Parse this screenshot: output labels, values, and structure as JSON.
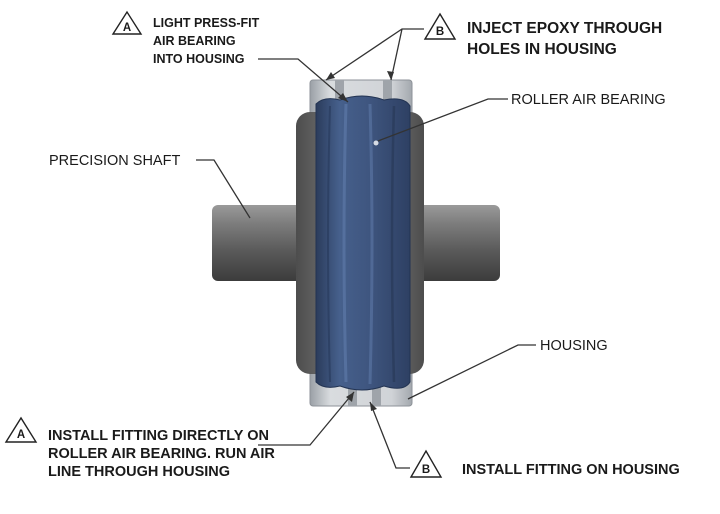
{
  "diagram": {
    "steps": [
      {
        "marker": "A",
        "lines": [
          "LIGHT PRESS-FIT",
          "AIR BEARING",
          "INTO HOUSING"
        ]
      },
      {
        "marker": "B",
        "lines": [
          "INJECT EPOXY THROUGH",
          "HOLES IN HOUSING"
        ]
      },
      {
        "marker": "A",
        "lines": [
          "INSTALL FITTING DIRECTLY ON",
          "ROLLER AIR BEARING. RUN AIR",
          "LINE THROUGH HOUSING"
        ]
      },
      {
        "marker": "B",
        "lines": [
          "INSTALL FITTING ON HOUSING"
        ]
      }
    ],
    "parts": {
      "roller_air_bearing": "ROLLER AIR BEARING",
      "precision_shaft": "PRECISION SHAFT",
      "housing": "HOUSING"
    },
    "colors": {
      "bearing_blue": "#3f5680",
      "shaft_gray": "#6e6e6e",
      "housing_silver": "#c9ccd0"
    }
  }
}
